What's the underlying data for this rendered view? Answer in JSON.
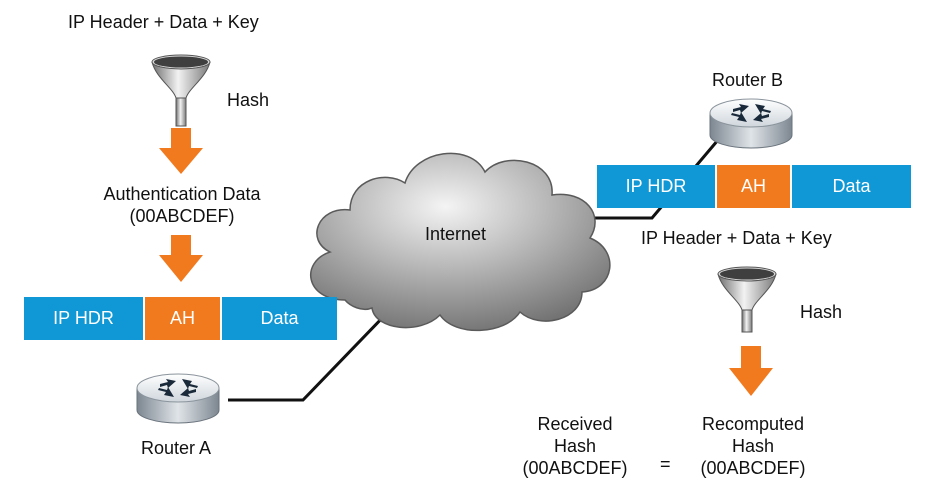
{
  "left": {
    "input_label": "IP Header + Data + Key",
    "hash_label": "Hash",
    "auth_data_title": "Authentication Data",
    "auth_data_value": "(00ABCDEF)",
    "packet": {
      "hdr": "IP HDR",
      "ah": "AH",
      "data": "Data"
    },
    "router_label": "Router A"
  },
  "cloud": {
    "label": "Internet"
  },
  "right": {
    "router_label": "Router B",
    "packet": {
      "hdr": "IP HDR",
      "ah": "AH",
      "data": "Data"
    },
    "input_label": "IP Header + Data + Key",
    "hash_label": "Hash",
    "received": {
      "line1": "Received",
      "line2": "Hash",
      "line3": "(00ABCDEF)"
    },
    "equals": "=",
    "recomputed": {
      "line1": "Recomputed",
      "line2": "Hash",
      "line3": "(00ABCDEF)"
    }
  },
  "colors": {
    "blue": "#1098d6",
    "orange": "#f27a1e",
    "cloud": "#8a8a8a",
    "line": "#111111"
  }
}
